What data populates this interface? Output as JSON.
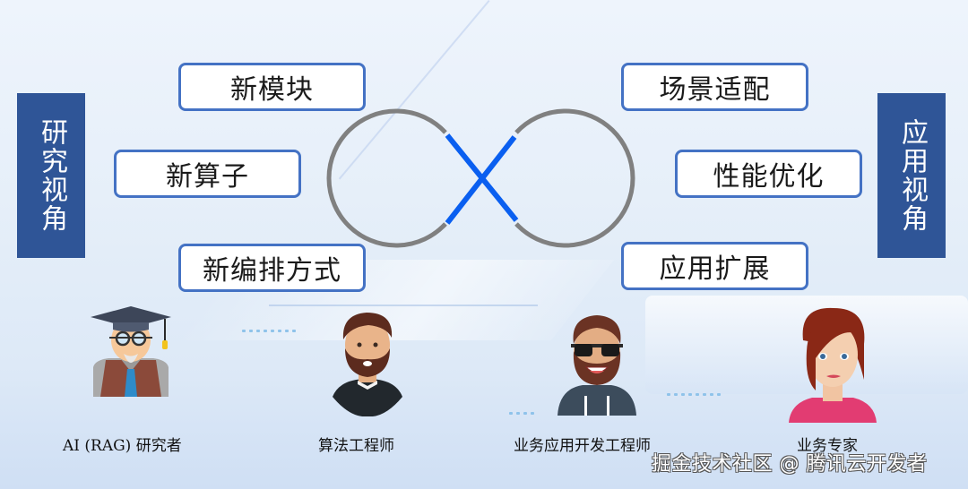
{
  "left_panel": {
    "label": "研究视角",
    "items": [
      {
        "label": "新模块"
      },
      {
        "label": "新算子"
      },
      {
        "label": "新编排方式"
      }
    ]
  },
  "right_panel": {
    "label": "应用视角",
    "items": [
      {
        "label": "场景适配"
      },
      {
        "label": "性能优化"
      },
      {
        "label": "应用扩展"
      }
    ]
  },
  "center": {
    "icon": "infinity-loop-icon",
    "colors": {
      "loop": "#808080",
      "cross": "#0a5ff0"
    }
  },
  "personas": [
    {
      "label": "AI (RAG) 研究者",
      "icon": "professor-avatar"
    },
    {
      "label": "算法工程师",
      "icon": "bearded-man-avatar"
    },
    {
      "label": "业务应用开发工程师",
      "icon": "sunglasses-man-avatar"
    },
    {
      "label": "业务专家",
      "icon": "woman-avatar"
    }
  ],
  "watermark": "掘金技术社区 @ 腾讯云开发者",
  "colors": {
    "side_label_bg": "#2f5597",
    "box_border": "#4472c4"
  }
}
